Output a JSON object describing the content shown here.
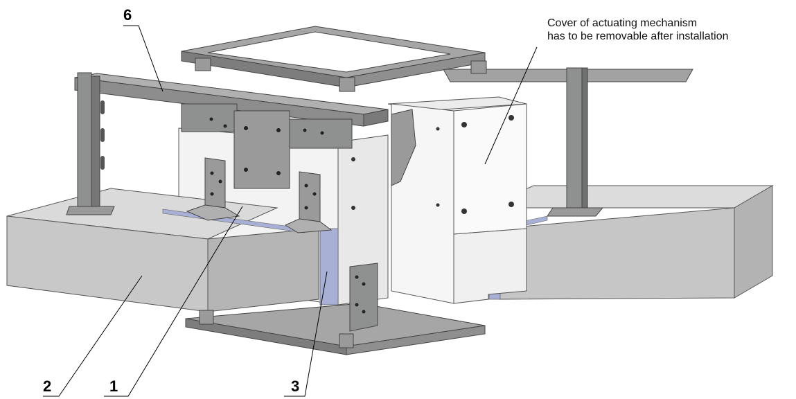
{
  "callouts": {
    "c1": "1",
    "c2": "2",
    "c3": "3",
    "c6": "6"
  },
  "annotation": {
    "line1": "Cover of actuating mechanism",
    "line2": "has to be removable after installation"
  },
  "colors": {
    "steel": "#8f9090",
    "steel_dark": "#6f7070",
    "steel_light": "#b4b4b4",
    "concrete_front": "#c9c9c9",
    "concrete_top": "#d8d8d8",
    "concrete_side": "#b9b9b9",
    "panel_white": "#f4f4f4",
    "seal_blue": "#a9b0d6"
  }
}
